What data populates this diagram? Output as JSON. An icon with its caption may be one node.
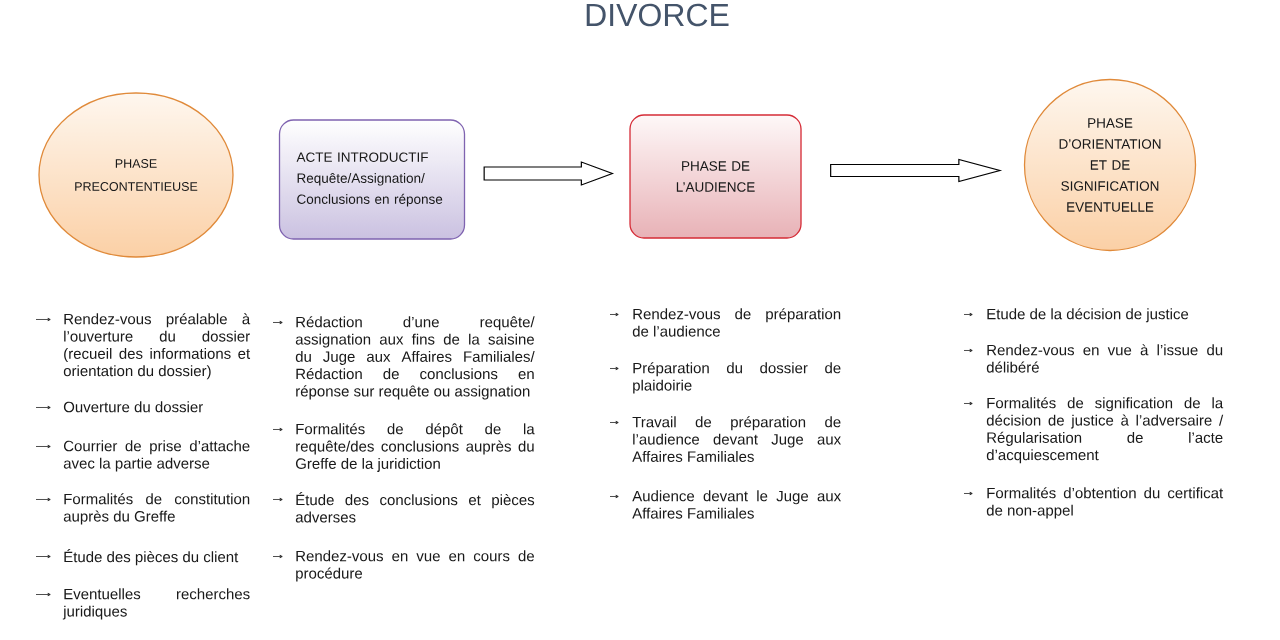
{
  "diagram": {
    "title": "DIVORCE",
    "nodes": [
      {
        "text": [
          "PHASE PRECONTENTIEUSE"
        ],
        "beside": [
          "Rendez-vous préalable à l’ouverture du dossier (recueil des informations et orientation du dossier)",
          "Ouverture du dossier",
          "Courrier de prise d’attache avec la partie adverse",
          "Formalités de constitution auprès du Greffe",
          "Étude des pièces du client",
          "Eventuelles recherches juridiques"
        ]
      },
      {
        "text": [
          "ACTE INTRODUCTIF",
          "Requête/Assignation/ Conclusions en réponse"
        ],
        "beside": [
          "Rédaction d’une requête/ assignation aux fins de la saisine du Juge aux Affaires Familiales/ Rédaction de conclusions en réponse sur requête ou assignation",
          "Formalités de dépôt de la requête/des conclusions auprès du Greffe de la juridiction",
          "Étude des conclusions et pièces adverses",
          "Rendez-vous en vue en cours de procédure"
        ]
      },
      {
        "text": [
          "PHASE DE L’AUDIENCE"
        ],
        "beside": [
          "Rendez-vous de préparation de l’audience",
          "Préparation du dossier de plaidoirie",
          "Travail de préparation de l’audience devant Juge aux Affaires Familiales",
          "Audience devant le Juge aux Affaires Familiales"
        ]
      },
      {
        "text": [
          "PHASE D’ORIENTATION ET DE SIGNIFICATION EVENTUELLE"
        ],
        "beside": [
          "Etude de la décision de justice",
          "Rendez-vous en vue à l’issue du délibéré",
          "Formalités de signification de la décision de justice à l’adversaire / Régularisation de l’acte d’acquiescement",
          "Formalités d’obtention du certificat de non-appel"
        ]
      }
    ],
    "edges": [
      {
        "from": 1,
        "to": 2,
        "arrow": "to"
      },
      {
        "from": 2,
        "to": 3,
        "arrow": "to"
      }
    ]
  }
}
